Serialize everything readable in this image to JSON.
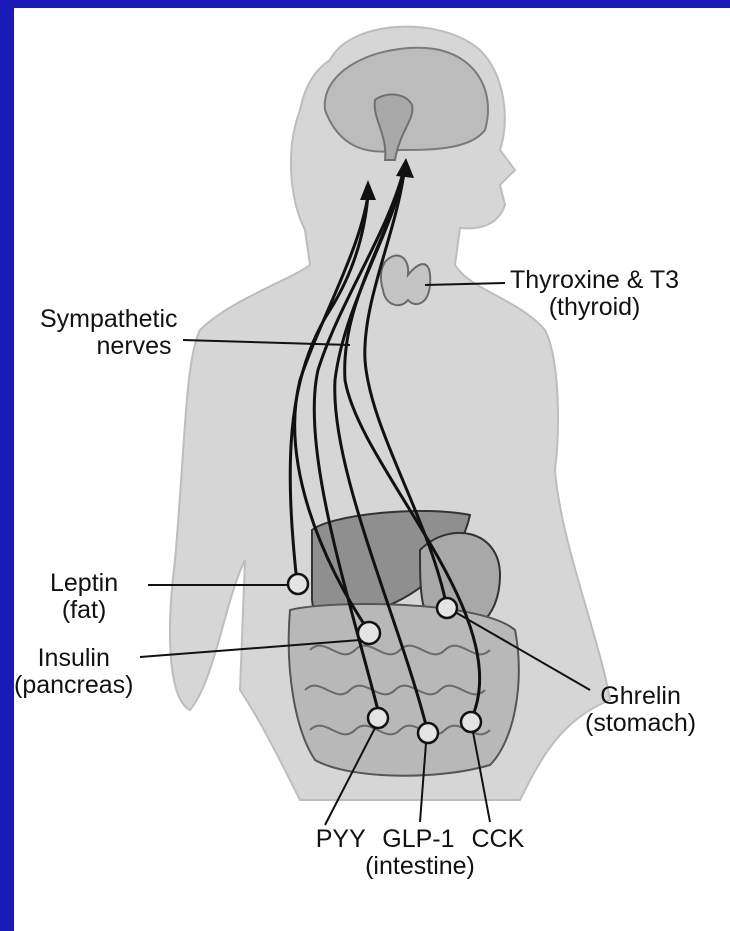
{
  "colors": {
    "background_frame": "#1a1ab8",
    "panel": "#ffffff",
    "body_fill": "#d9d9d9",
    "organ_fill": "#9a9a9a",
    "nerve": "#111111"
  },
  "labels": {
    "thyroxine": {
      "line1": "Thyroxine & T3",
      "line2": "(thyroid)"
    },
    "sympathetic": {
      "line1": "Sympathetic",
      "line2": "nerves"
    },
    "leptin": {
      "line1": "Leptin",
      "line2": "(fat)"
    },
    "insulin": {
      "line1": "Insulin",
      "line2": "(pancreas)"
    },
    "ghrelin": {
      "line1": "Ghrelin",
      "line2": "(stomach)"
    },
    "intestine": {
      "pyy": "PYY",
      "glp1": "GLP-1",
      "cck": "CCK",
      "source": "(intestine)"
    }
  }
}
